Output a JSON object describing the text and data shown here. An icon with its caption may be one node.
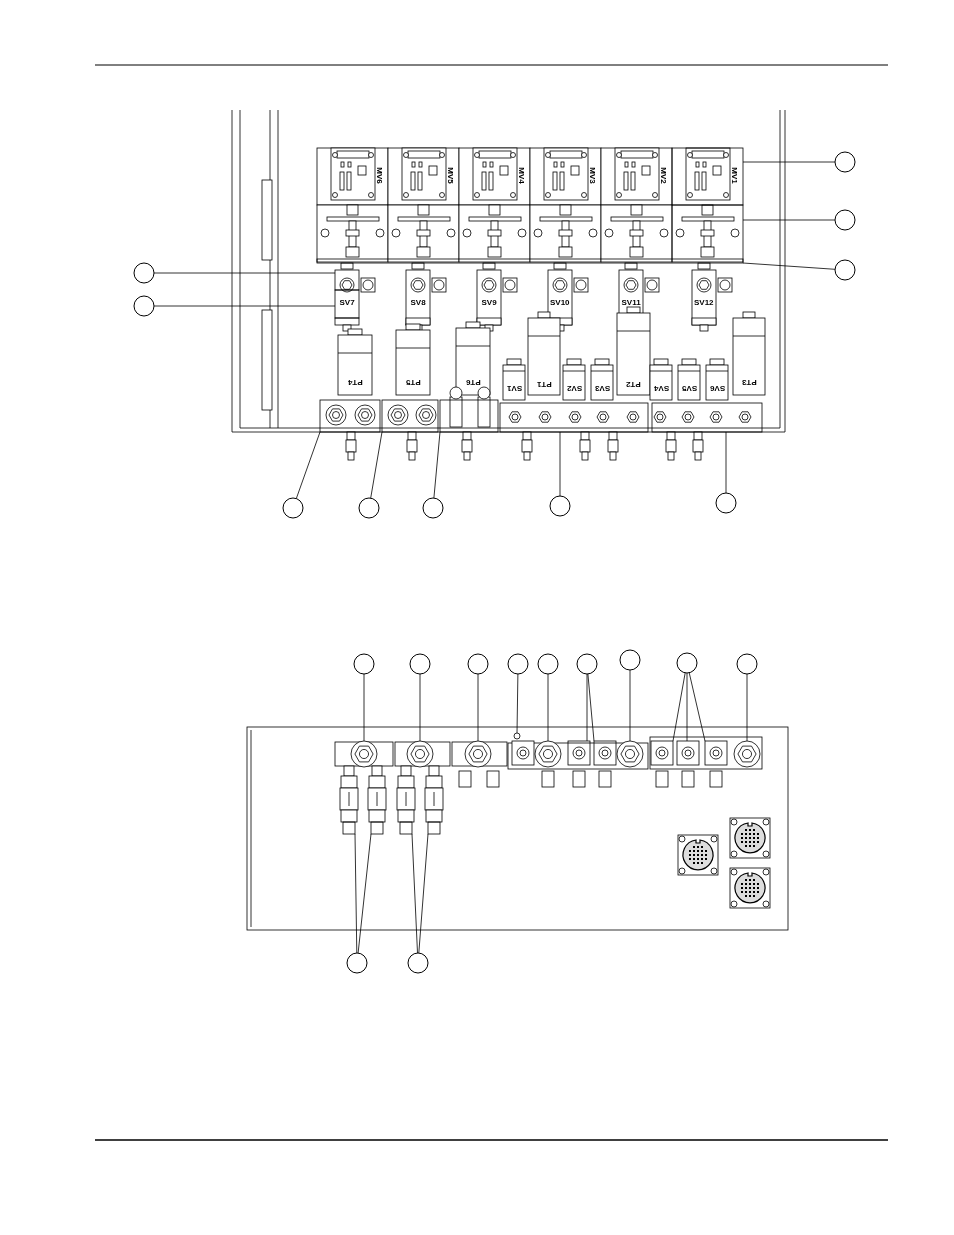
{
  "diagram": {
    "nodes": [
      {
        "text": [],
        "shape": "circle"
      },
      {
        "text": [],
        "shape": "circle"
      },
      {
        "text": [],
        "shape": "circle"
      },
      {
        "text": [],
        "shape": "circle"
      },
      {
        "text": [],
        "shape": "circle"
      },
      {
        "text": [],
        "shape": "circle"
      },
      {
        "text": [],
        "shape": "circle"
      },
      {
        "text": [],
        "shape": "circle"
      },
      {
        "text": [],
        "shape": "circle"
      },
      {
        "text": [],
        "shape": "circle"
      },
      {
        "text": [],
        "shape": "circle"
      },
      {
        "text": [],
        "shape": "circle"
      },
      {
        "text": [],
        "shape": "circle"
      },
      {
        "text": [],
        "shape": "circle"
      },
      {
        "text": [],
        "shape": "circle"
      },
      {
        "text": [],
        "shape": "circle"
      },
      {
        "text": [],
        "shape": "circle"
      },
      {
        "text": [],
        "shape": "circle"
      },
      {
        "text": [],
        "shape": "circle"
      },
      {
        "text": [],
        "shape": "circle"
      },
      {
        "text": [],
        "shape": "circle"
      },
      {
        "text": [],
        "shape": "box"
      },
      {
        "text": [],
        "shape": "box"
      },
      {
        "text": [],
        "shape": "bar"
      },
      {
        "text": [],
        "shape": "box"
      },
      {
        "text": [],
        "shape": "box"
      },
      {
        "text": [],
        "shape": "box"
      },
      {
        "text": [],
        "shape": "box"
      },
      {
        "text": [],
        "shape": "box"
      },
      {
        "text": [],
        "shape": "box"
      },
      {
        "text": [],
        "shape": "box"
      },
      {
        "text": [],
        "shape": "circle"
      },
      {
        "text": [],
        "shape": "circle"
      },
      {
        "text": [],
        "shape": "circle"
      },
      {
        "text": [],
        "shape": "circle"
      },
      {
        "text": [],
        "shape": "circle"
      },
      {
        "text": [],
        "shape": "box"
      },
      {
        "text": [],
        "shape": "box"
      },
      {
        "text": [],
        "shape": "circle"
      },
      {
        "text": [],
        "shape": "box"
      },
      {
        "text": [],
        "shape": "box"
      },
      {
        "text": [],
        "shape": "box"
      },
      {
        "text": [],
        "shape": "circle"
      },
      {
        "text": [],
        "shape": "box"
      },
      {
        "text": [],
        "shape": "box"
      },
      {
        "text": [],
        "shape": "box"
      },
      {
        "text": [],
        "shape": "box"
      }
    ],
    "edges": [
      {
        "from": 0,
        "to": 21,
        "arrow": "none"
      },
      {
        "from": 1,
        "to": 22,
        "arrow": "none"
      },
      {
        "from": 2,
        "to": 23,
        "arrow": "none"
      },
      {
        "from": 3,
        "to": 24,
        "arrow": "none"
      },
      {
        "from": 4,
        "to": 25,
        "arrow": "none"
      },
      {
        "from": 5,
        "to": 26,
        "arrow": "none"
      },
      {
        "from": 6,
        "to": 27,
        "arrow": "none"
      },
      {
        "from": 7,
        "to": 28,
        "arrow": "none"
      },
      {
        "from": 8,
        "to": 29,
        "arrow": "none"
      },
      {
        "from": 9,
        "to": 30,
        "arrow": "none"
      },
      {
        "from": 10,
        "to": 31,
        "arrow": "none"
      },
      {
        "from": 11,
        "to": 32,
        "arrow": "none"
      },
      {
        "from": 12,
        "to": 33,
        "arrow": "none"
      },
      {
        "from": 13,
        "to": 34,
        "arrow": "none"
      },
      {
        "from": 14,
        "to": 35,
        "arrow": "none"
      },
      {
        "from": 15,
        "to": 36,
        "arrow": "none"
      },
      {
        "from": 15,
        "to": 37,
        "arrow": "none"
      },
      {
        "from": 16,
        "to": 38,
        "arrow": "none"
      },
      {
        "from": 17,
        "to": 39,
        "arrow": "none"
      },
      {
        "from": 17,
        "to": 40,
        "arrow": "none"
      },
      {
        "from": 17,
        "to": 41,
        "arrow": "none"
      },
      {
        "from": 18,
        "to": 42,
        "arrow": "none"
      },
      {
        "from": 19,
        "to": 43,
        "arrow": "none"
      },
      {
        "from": 19,
        "to": 44,
        "arrow": "none"
      },
      {
        "from": 20,
        "to": 45,
        "arrow": "none"
      },
      {
        "from": 20,
        "to": 46,
        "arrow": "none"
      }
    ],
    "labels": [
      "MV6",
      "MV5",
      "MV4",
      "MV3",
      "MV2",
      "MV1",
      "SV7",
      "SV8",
      "SV9",
      "SV10",
      "SV11",
      "SV12",
      "PT4",
      "PT5",
      "PT6",
      "SV1",
      "PT1",
      "SV2",
      "SV3",
      "PT2",
      "SV4",
      "SV5",
      "SV6",
      "PT3"
    ]
  }
}
